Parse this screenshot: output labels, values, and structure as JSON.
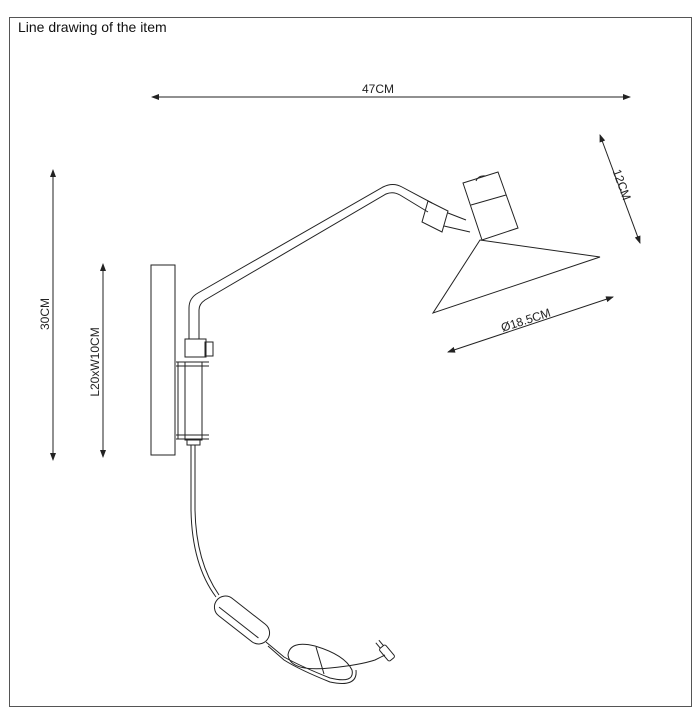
{
  "title": "Line drawing of the item",
  "dimensions": {
    "width": "47CM",
    "height": "30CM",
    "backplate": "L20xW10CM",
    "head_height": "12CM",
    "shade_diameter": "Ø18.5CM"
  },
  "colors": {
    "line": "#222222",
    "background": "#ffffff"
  }
}
